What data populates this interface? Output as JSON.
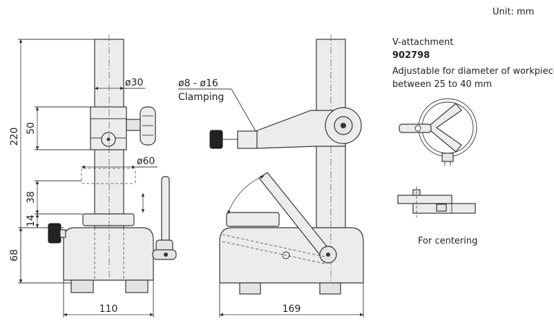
{
  "header": {
    "unit": "Unit: mm"
  },
  "front_view": {
    "dim_column_diameter": "ø30",
    "dim_height_total": "220",
    "dim_height_clamp": "50",
    "dim_table_diameter": "ø60",
    "dim_height_38": "38",
    "dim_height_14": "14",
    "dim_height_base": "68",
    "dim_width_base": "110"
  },
  "side_view": {
    "dim_clamping_range": "ø8 - ø16",
    "clamping_label": "Clamping",
    "dim_depth_base": "169"
  },
  "v_attachment": {
    "title": "V-attachment",
    "part_number": "902798",
    "description_line1": "Adjustable for diameter of workpiece",
    "description_line2": "between 25 to 40 mm"
  },
  "centering": {
    "label": "For centering"
  }
}
